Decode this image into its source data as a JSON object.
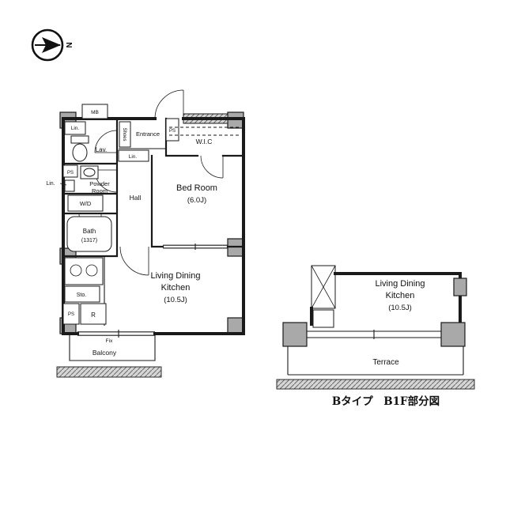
{
  "compass": {
    "north_label": "N"
  },
  "main_plan": {
    "mb": "MB",
    "lin_top": "Lin.",
    "lav": "Lav.",
    "shoes": "Shoes",
    "entrance": "Entrance",
    "ps_top": "PS",
    "wic": "W.I.C",
    "lin_hall": "Lin.",
    "ps_left": "PS",
    "powder_line1": "Powder",
    "powder_line2": "Room",
    "lin_out": "Lin.",
    "wd": "W/D",
    "hall": "Hall",
    "bedroom_line1": "Bed Room",
    "bedroom_line2": "(6.0J)",
    "bath_line1": "Bath",
    "bath_line2": "(1317)",
    "sto": "Sto.",
    "ps_bottom": "PS",
    "fridge": "R",
    "ldk_line1": "Living Dining",
    "ldk_line2": "Kitchen",
    "ldk_line3": "(10.5J)",
    "fix": "Fix",
    "balcony": "Balcony"
  },
  "sub_plan": {
    "ldk_line1": "Living Dining",
    "ldk_line2": "Kitchen",
    "ldk_line3": "(10.5J)",
    "terrace": "Terrace"
  },
  "caption": "Bタイプ　B1F部分図"
}
